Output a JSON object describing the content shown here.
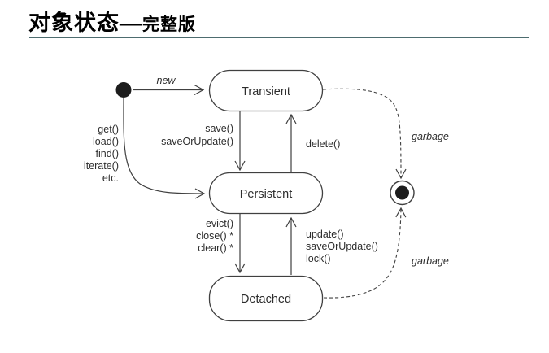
{
  "title": {
    "main": "对象状态—",
    "sub": "完整版"
  },
  "colors": {
    "rule": "#4d6c6f",
    "line": "#404040",
    "text": "#2d2d2d",
    "node": "#1c1c1c"
  },
  "diagram": {
    "states": {
      "transient": "Transient",
      "persistent": "Persistent",
      "detached": "Detached"
    },
    "transitions": {
      "new": {
        "label": "new"
      },
      "save": {
        "lines": [
          "save()",
          "saveOrUpdate()"
        ]
      },
      "delete": {
        "label": "delete()"
      },
      "load": {
        "lines": [
          "get()",
          "load()",
          "find()",
          "iterate()",
          "etc."
        ]
      },
      "evict": {
        "lines": [
          "evict()",
          "close() *",
          "clear() *"
        ]
      },
      "update": {
        "lines": [
          "update()",
          "saveOrUpdate()",
          "lock()"
        ]
      },
      "garbage_top": {
        "label": "garbage"
      },
      "garbage_bottom": {
        "label": "garbage"
      }
    }
  }
}
